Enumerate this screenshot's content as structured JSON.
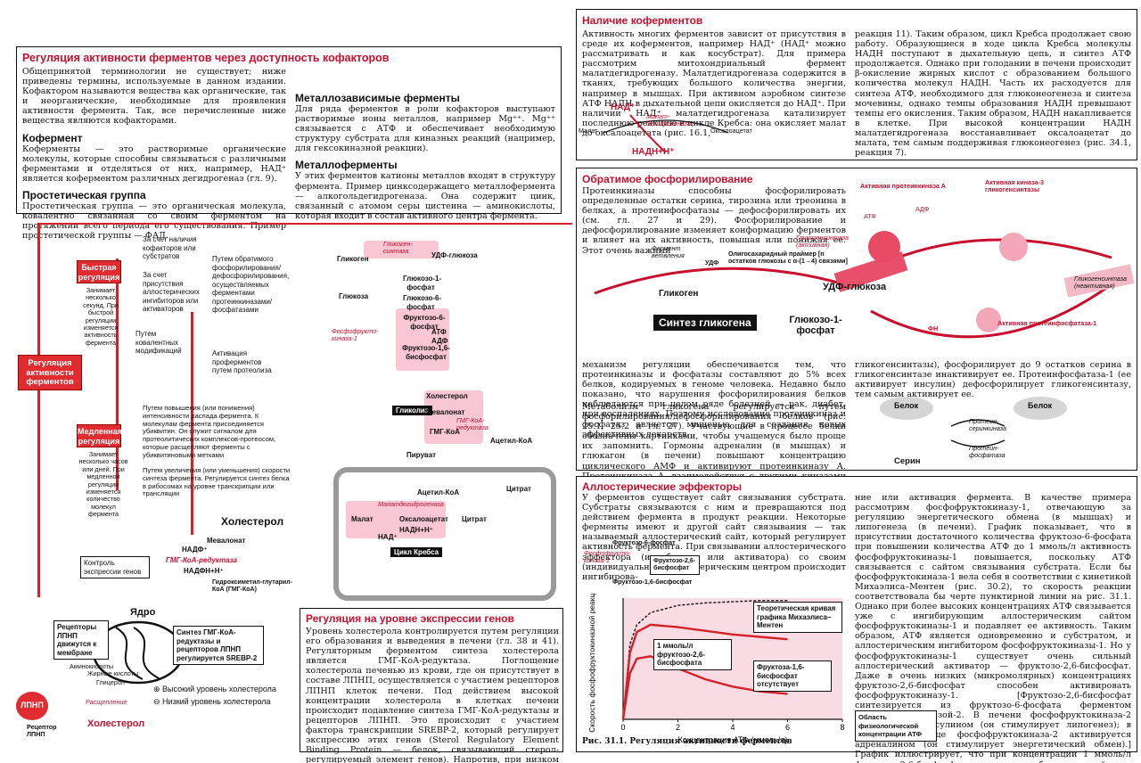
{
  "cofactors": {
    "title": "Регуляция активности ферментов через доступность кофакторов",
    "intro": "Общепринятой терминологии не существует; ниже приведены термины, используемые в данном издании. Кофактором называются вещества как органические, так и неорганические, необходимые для проявления активности фермента. Так, все перечисленные ниже вещества являются кофакторами.",
    "coenzyme_title": "Кофермент",
    "coenzyme_text": "Коферменты — это растворимые органические молекулы, которые способны связываться с различными ферментами и отделяться от них, например, НАД⁺ является коферментом различных дегидрогеназ (гл. 9).",
    "prosthetic_title": "Простетическая группа",
    "prosthetic_text": "Простетическая группа — это органическая молекула, ковалентно связанная со своим ферментом на протяжении всего периода его существования. Пример простетической группы — ФАД.",
    "metal_dep_title": "Металлозависимые ферменты",
    "metal_dep_text": "Для ряда ферментов в роли кофакторов выступают растворимые ионы металлов, например Mg⁺⁺. Mg⁺⁺ связывается с АТФ и обеспечивает необходимую структуру субстрата для киназных реакций (например, для гексокиназной реакции).",
    "metallo_title": "Металлоферменты",
    "metallo_text": "У этих ферментов катионы металлов входят в структуру фермента. Пример цинксодержащего металлофермента — алкогольдегидрогеназа. Она содержит цинк, связанный с атомом серы цистеина — аминокислоты, которая входит в состав активного центра фермента."
  },
  "coenzymes_presence": {
    "title": "Наличие коферментов",
    "text1": "Активность многих ферментов зависит от присутствия в среде их коферментов, например НАД⁺ (НАД⁺ можно рассматривать и как косубстрат). Для примера рассмотрим митохондриальный фермент малатдегидрогеназу. Малатдегидрогеназа содержится в тканях, требующих большого количества энергии, например в мышцах. При активном аэробном синтезе АТФ НАДН в дыхательной цепи окисляется до НАД⁺. При наличии НАД⁺ малатдегидрогеназа катализирует последнюю реакцию в цикле Кребса: она окисляет малат до оксалоацетата (рис. 16.1,",
    "text2": "реакция 11). Таким образом, цикл Кребса продолжает свою работу. Образующиеся в ходе цикла Кребса молекулы НАДН поступают в дыхательную цепь, и синтез АТФ продолжается. Однако при голодании в печени происходит β-окисление жирных кислот с образованием большого количества молекул НАДН. Часть их расходуется для синтеза АТФ, необходимого для глюконеогенеза и синтеза мочевины, однако темпы образования НАДН превышают темпы его окисления. Таким образом, НАДН накапливается в клетке. При высокой концентрации НАДН малатдегидрогеназа восстанавливает оксалоацетат до малата, тем самым поддерживая глюконеогенез (рис. 34.1, реакция 7).",
    "nad": "НАД⁺",
    "nadh": "НАДН+Н⁺",
    "malate": "Малат",
    "oaa": "Оксалоацетат",
    "enzyme": "Малат-дегидрогеназа"
  },
  "phospho": {
    "title": "Обратимое фосфорилирование",
    "text1": "Протеинкиназы способны фосфорилировать определенные остатки серина, тирозина или треонина в белках, а протеинфосфатазы — дефосфорилировать их (см. гл. 27 и 29). Фосфорилирование и дефосфорилирование изменяет конформацию ферментов и влияет на их активность, повышая или понижая ее. Этот очень важный",
    "text2": "механизм регуляции обеспечивается тем, что протеинкиназы и фосфатазы составляют до 5% всех белков, кодируемых в геноме человека. Недавно было показано, что нарушения фосфорилирования белков наблюдаются при целом ряде болезней — рак, диабет, при воспалениях. Поэтому исследование протеинкиназ и фосфатаз является мишенью для создания новых эффективных лекарств.",
    "text3": "Метаболизм гликогена регулируется путем фосфорилирования/дефосфорилирования белков (рис. 25.1, 25.2 и гл. 27). Участвующие в процессе белки обозначены картинками, чтобы учащемуся было проще их запомнить. Гормоны адреналин (в мышцах) и глюкагон (в печени) повышают концентрацию циклического АМФ и активируют протеинкиназу А. Протеинкиназа А, взаимодействуя с другими киназами (например, с конститутивно активной киназой-3",
    "text4": "гликогенсинтазы), фосфорилирует до 9 остатков серина в гликогенсинтазе инактивирует ее. Протеинфосфатаза-1 (ее активирует инсулин) дефосфорилирует гликогенсинтазу, тем самым активирует ее.",
    "synth_title": "Синтез гликогена",
    "pka": "Активная протеинкиназа А",
    "gsk3": "Активная киназа-3 гликогенсинтазы",
    "gs_active": "Гликогенсинтаза (активная)",
    "gs_inactive": "Гликогенсинтаза (неактивная)",
    "pp1": "Активная протеинфосфатаза-1",
    "branch": "Фермент ветвления",
    "oligo": "Олигосахаридный праймер [n остатков глюкозы с α-(1→4) связями]",
    "glycogen": "Гликоген",
    "udpg": "УДФ-глюкоза",
    "udp": "УДФ",
    "g1p": "Глюкозо-1-фосфат",
    "atp": "АТФ",
    "adp": "АДФ",
    "pn": "ФН",
    "protein": "Белок",
    "serine": "Серин",
    "pk_label": "Протеин-серинкиназа",
    "pp_label": "Протеин-фосфатаза"
  },
  "allo": {
    "title": "Аллостерические эффекторы",
    "text1": "У ферментов существует сайт связывания субстрата. Субстраты связываются с ним и превращаются под действием фермента в продукт реакции. Некоторые ферменты имеют и другой сайт связывания — так называемый аллостерический сайт, который регулирует активность фермента. При связывании аллостерического эффектора (ингибитора или активатора) со своим (индивидуальным) аллостерическим центром происходит ингибирова-",
    "text2": "ние или активация фермента. В качестве примера рассмотрим фосфофруктокиназу-1, отвечающую за регуляцию энергетического обмена (в мышцах) и липогенеза (в печени). График показывает, что в присутствии достаточного количества фруктозо-6-фосфата при повышении количества АТФ до 1 ммоль/л активность фосфофруктокиназы-1 повышается, поскольку АТФ связывается с сайтом связывания субстрата. Если бы фосфофруктокиназа-1 вела себя в соответствии с кинетикой Михаэлиса–Ментен (рис. 30.2), то скорость реакции соответствовала бы черте пунктирной линии на рис. 31.1. Однако при более высоких концентрациях АТФ связывается уже с ингибирующим аллостерическим сайтом фосфофруктокиназы-1 и подавляет ее активность. Таким образом, АТФ является одновременно и субстратом, и аллостерическим ингибитором фосфофруктокиназы-1. Но у фосфофруктокиназы-1 существует очень сильный аллостерический активатор — фруктозо-2,6-бисфосфат. Даже в очень низких (микромолярных) концентрациях фруктозо-2,6-бисфосфат способен активировать фосфофруктокиназу-1. [Фруктозо-2,6-бисфосфат синтезируется из фруктозо-6-фосфата ферментом фосфофруктокиназой-2. В печени фосфофруктокиназа-2 активируется инсулином (он стимулирует липогенез); в сердечной мышце фосфофруктокиназа-2 активируется адреналином (он стимулирует энергетический обмен).] График иллюстрирует, что при концентрации 1 ммоль/л фруктозо-2,6-бисфосфат отменяет ингибирующее действие АТФ на фосфофруктокиназу-1.",
    "f6p": "Фруктозо-6-фосфат",
    "f16": "Фруктозо-1,6-бисфосфат",
    "pfk": "Фосфофрукто-киназа-1",
    "f26": "Фруктозо-2,6-бисфосфат",
    "atp": "АТФ",
    "adp": "АДФ"
  },
  "chart_data": {
    "type": "line",
    "xlabel": "Концентрация АТФ (ммоль/л)",
    "ylabel": "Скорость фосфофруктокиназной реакции",
    "xlim": [
      0,
      8
    ],
    "xticks": [
      0,
      2,
      4,
      6,
      8
    ],
    "series": [
      {
        "name": "Теоретическая кривая графика Михаэлиса–Ментен",
        "style": "dashed",
        "x": [
          0,
          0.25,
          0.5,
          1,
          2,
          3,
          4,
          5,
          6
        ],
        "y": [
          0,
          0.62,
          0.78,
          0.88,
          0.94,
          0.96,
          0.97,
          0.98,
          0.98
        ]
      },
      {
        "name": "1 ммоль/л фруктозо-2,6-бисфосфата",
        "style": "solid",
        "x": [
          0,
          0.25,
          0.5,
          1,
          2,
          3,
          4,
          5,
          6
        ],
        "y": [
          0,
          0.55,
          0.72,
          0.78,
          0.76,
          0.73,
          0.7,
          0.68,
          0.66
        ]
      },
      {
        "name": "Фруктоза-1,6-бисфосфат отсутствует",
        "style": "solid",
        "x": [
          0,
          0.25,
          0.5,
          1,
          2,
          3,
          4,
          5,
          6
        ],
        "y": [
          0,
          0.38,
          0.5,
          0.52,
          0.42,
          0.33,
          0.27,
          0.23,
          0.21
        ]
      }
    ],
    "caption": "Рис. 31.1. Регуляция активности ферментов",
    "side_label": "Область физиологической концентрации АТФ"
  },
  "gene": {
    "title": "Регуляция на уровне экспрессии генов",
    "text": "Уровень холестерола контролируется путем регуляции его образования и выведения в печени (гл. 38 и 41). Регуляторным ферментом синтеза холестерола является ГМГ-КоА-редуктаза. Поглощение холестерола печенью из крови, где он присутствует в составе ЛПНП, осуществляется с участием рецепторов ЛПНП клеток печени. Под действием высокой концентрации холестерола в клетках печени происходит подавление синтеза ГМГ-КоА-редуктазы и рецепторов ЛПНП. Это происходит с участием фактора транскрипции SREBP-2, который регулирует экспрессию этих генов (Sterol Regulatory Element Binding Protein — белок, связывающий стерол-регулируемый элемент генов). Напротив, при низком уровне холестерола синтез ГМГ-КоА-редуктазы и рецепторов ЛПНП активируется."
  },
  "left": {
    "fast_title": "Быстрая регуляция",
    "fast_desc": "Занимает несколько секунд. При быстрой регуляции изменяется активность фермента",
    "main": "Регуляция активности ферментов",
    "slow_title": "Медленная регуляция",
    "slow_desc": "Занимает несколько часов или дней. При медленной регуляции изменяется количество молекул фермента",
    "b1": "За счет наличия кофакторов или субстратов",
    "b2": "За счет присутствия аллостерических ингибиторов или активаторов",
    "b3": "Путем ковалентных модификаций",
    "b4": "Путем обратимого фосфорилирования/дефосфорилирования, осуществляемых ферментами протеинкиназами/фосфатазами",
    "b5": "Активация проферментов путем протеолиза",
    "b6": "Путем повышения (или понижения) интенсивности распада фермента. К молекулам фермента присоединяется убиквитин. Он служит сигналом для протеолитических комплексов-протеосом, которые расщепляют ферменты с убиквитиновыми метками",
    "b7": "Путем увеличения (или уменьшения) скорости синтеза фермента. Регулируется синтез белка в рибосомах на уровне транскрипции или трансляции",
    "gene_ctrl": "Контроль экспрессии генов"
  },
  "center": {
    "glycogen": "Гликоген",
    "gs": "Гликоген-синтаза",
    "udpg": "УДФ-глюкоза",
    "g1p": "Глюкозо-1-фосфат",
    "glucose": "Глюкоза",
    "g6p": "Глюкозо-6-фосфат",
    "f6p": "Фруктозо-6-фосфат",
    "pfk": "Фосфофрукто-киназа-1",
    "atp": "АТФ",
    "adp": "АДФ",
    "f16": "Фруктозо-1,6-бисфосфат",
    "glycolysis": "Гликолиз",
    "chol": "Холестерол",
    "meval": "Мевалонат",
    "hmgr": "ГМГ-КоА-редуктаза",
    "hmgcoa": "ГМГ-КоА",
    "acetylcoa": "Ацетил-КоА",
    "pyruvate": "Пируват",
    "citrate": "Цитрат",
    "malate": "Малат",
    "mdh": "Малатдегидрогеназа",
    "oaa": "Оксалоацетат",
    "nad": "НАД⁺",
    "nadh": "НАДН+Н⁺",
    "krebs": "Цикл Кребса"
  },
  "bottom": {
    "chol": "Холестерол",
    "meval": "Мевалонат",
    "nadp": "НАДФ⁺",
    "hmgr": "ГМГ-КоА-редуктаза",
    "nadph": "НАДФН+Н⁺",
    "hmg": "Гидроксиметил-глутарил-КоА (ГМГ-КоА)",
    "nucleus": "Ядро",
    "synth": "Синтез ГМГ-КоА-редуктазы и рецепторов ЛПНП регулируется SREBP-2",
    "receptors": "Рецепторы ЛПНП движутся к мембране",
    "amino": "Аминокислоты",
    "fatty": "Жирные кислоты",
    "glycerol": "Глицерол",
    "ldl": "ЛПНП",
    "ldl_rec": "Рецептор ЛПНП",
    "cleave": "Расщепление",
    "chol2": "Холестерол",
    "high": "Высокий уровень холестерола",
    "low": "Низкий уровень холестерола"
  },
  "colors": {
    "accent": "#c8102e",
    "pink": "#f9c6d3",
    "red": "#e02b30"
  }
}
